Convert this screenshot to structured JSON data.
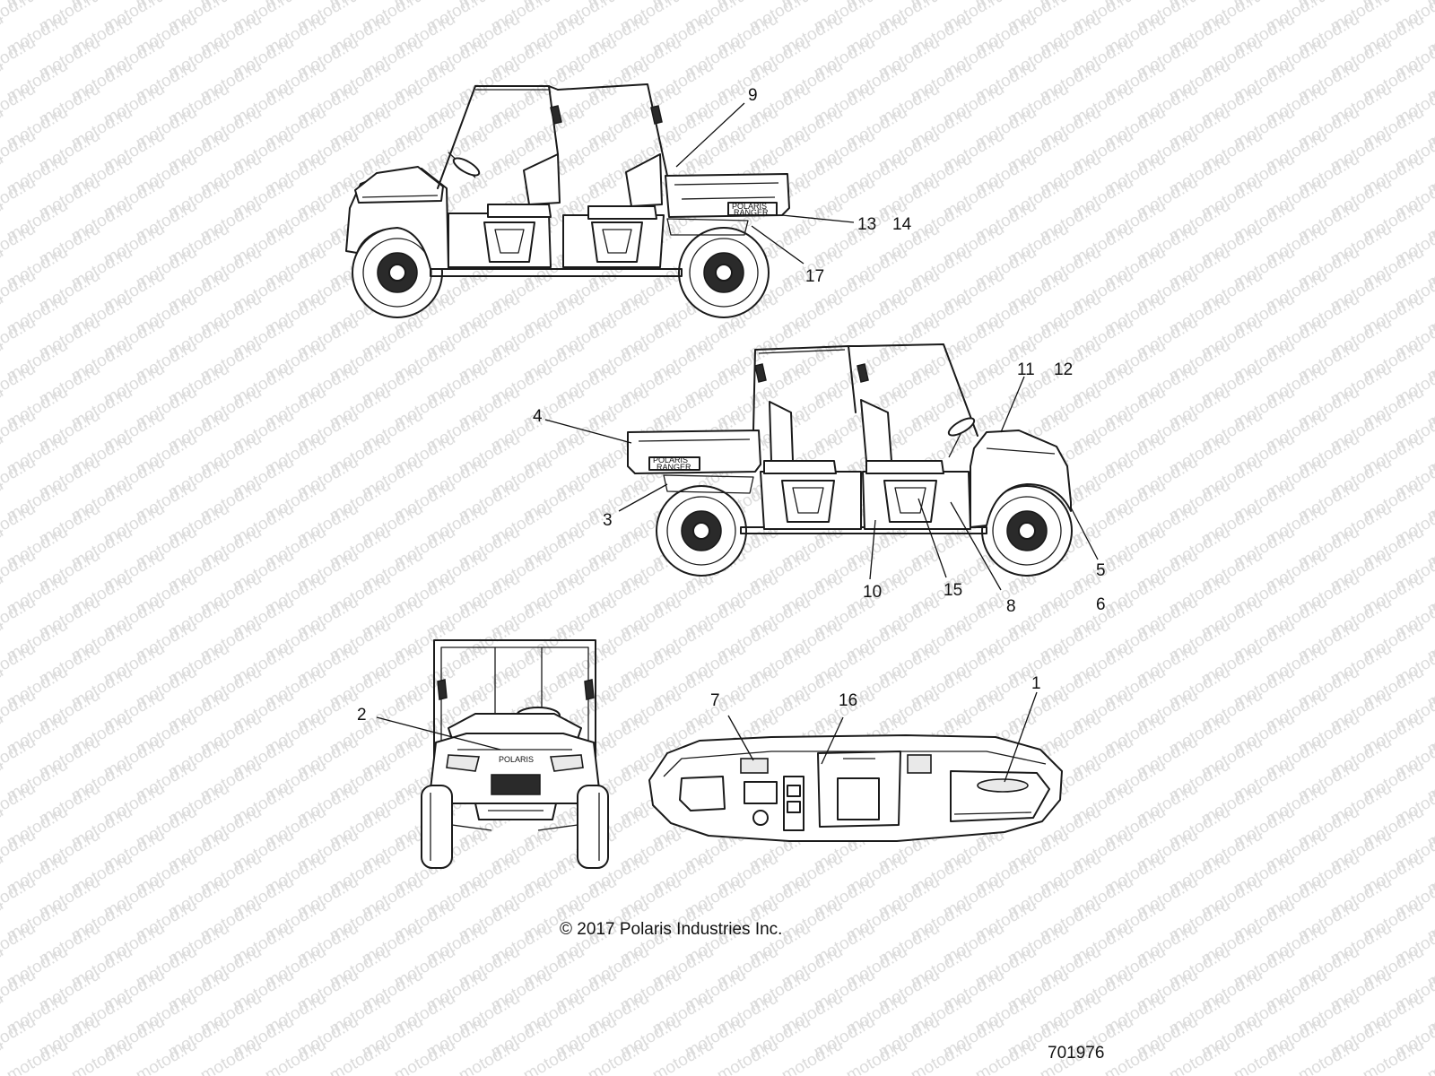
{
  "watermark": {
    "text": "motod.ru",
    "color": "#dcdcdc"
  },
  "line_color": "#1a1a1a",
  "views": {
    "left_side": {
      "badge_brand": "POLARIS",
      "badge_model": "RANGER"
    },
    "right_side": {
      "badge_brand": "POLARIS",
      "badge_model": "RANGER"
    },
    "front": {
      "hood_logo": "POLARIS"
    }
  },
  "callouts": [
    {
      "id": "c9",
      "label": "9"
    },
    {
      "id": "c13",
      "label": "13"
    },
    {
      "id": "c14",
      "label": "14"
    },
    {
      "id": "c17",
      "label": "17"
    },
    {
      "id": "c11",
      "label": "11"
    },
    {
      "id": "c12",
      "label": "12"
    },
    {
      "id": "c4",
      "label": "4"
    },
    {
      "id": "c3",
      "label": "3"
    },
    {
      "id": "c10",
      "label": "10"
    },
    {
      "id": "c15",
      "label": "15"
    },
    {
      "id": "c8",
      "label": "8"
    },
    {
      "id": "c5",
      "label": "5"
    },
    {
      "id": "c6",
      "label": "6"
    },
    {
      "id": "c2",
      "label": "2"
    },
    {
      "id": "c7",
      "label": "7"
    },
    {
      "id": "c16",
      "label": "16"
    },
    {
      "id": "c1",
      "label": "1"
    }
  ],
  "copyright": "© 2017 Polaris Industries Inc.",
  "part_number": "701976"
}
